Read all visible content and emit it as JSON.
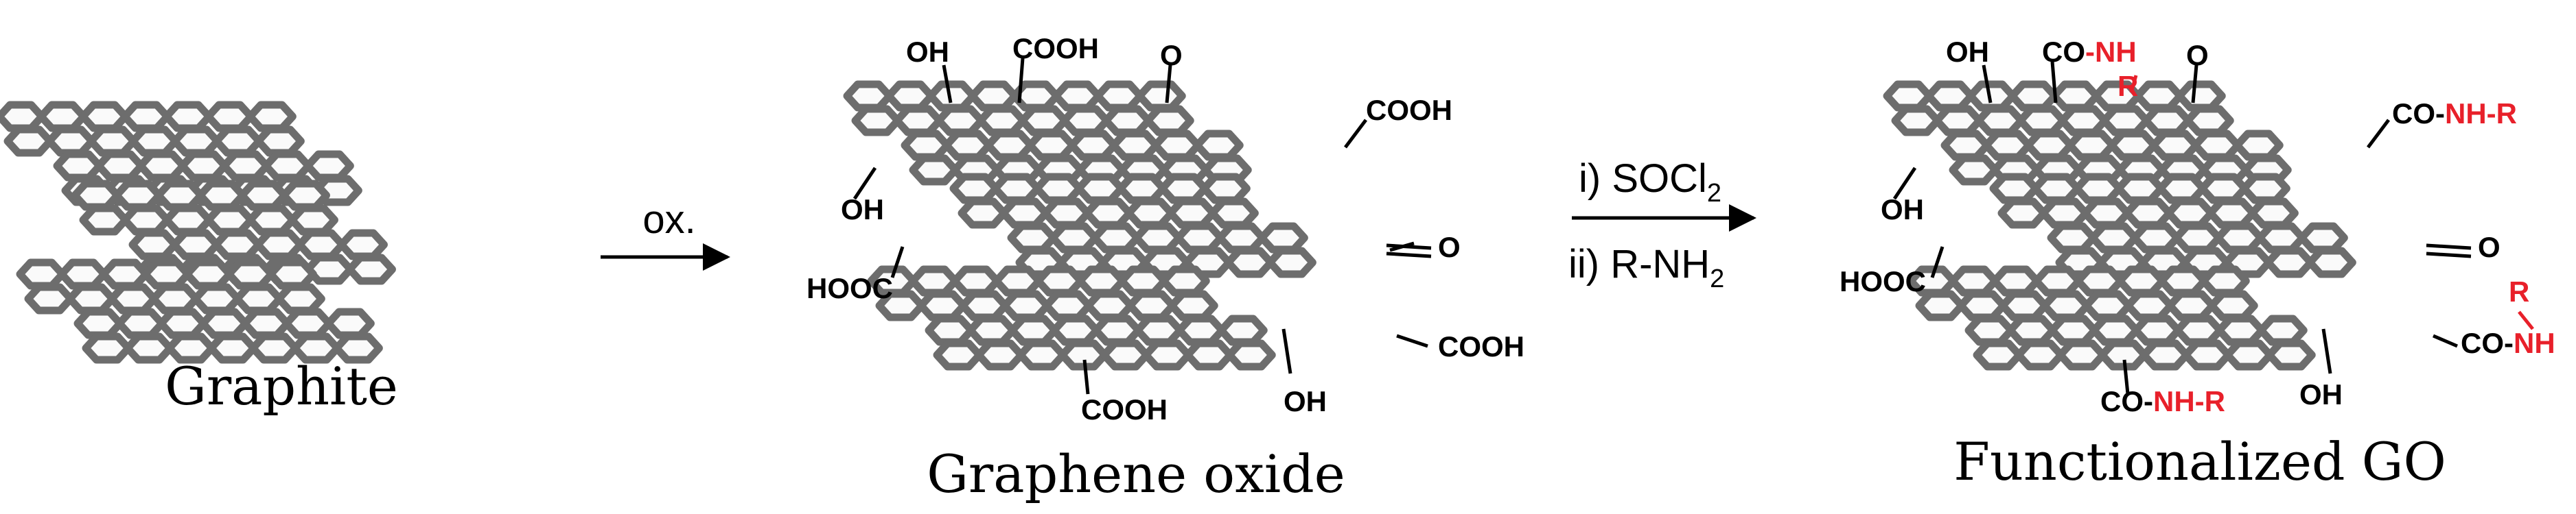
{
  "colors": {
    "black": "#000000",
    "red": "#e8202a",
    "sheet_edge": "#6d6d6d"
  },
  "captions": {
    "graphite": "Graphite",
    "graphene_oxide": "Graphene oxide",
    "functionalized_go": "Functionalized GO"
  },
  "arrows": {
    "oxidation": "ox.",
    "step1": "i) SOCl",
    "step1_sub": "2",
    "step2": "ii) R-NH",
    "step2_sub": "2"
  },
  "groups": {
    "oh": "OH",
    "cooh": "COOH",
    "hooc": "HOOC",
    "ketone": "O",
    "co": "CO",
    "dash": "-",
    "nh": "NH",
    "r": "R",
    "nh_r": "NH-R",
    "co_dash": "CO-"
  }
}
